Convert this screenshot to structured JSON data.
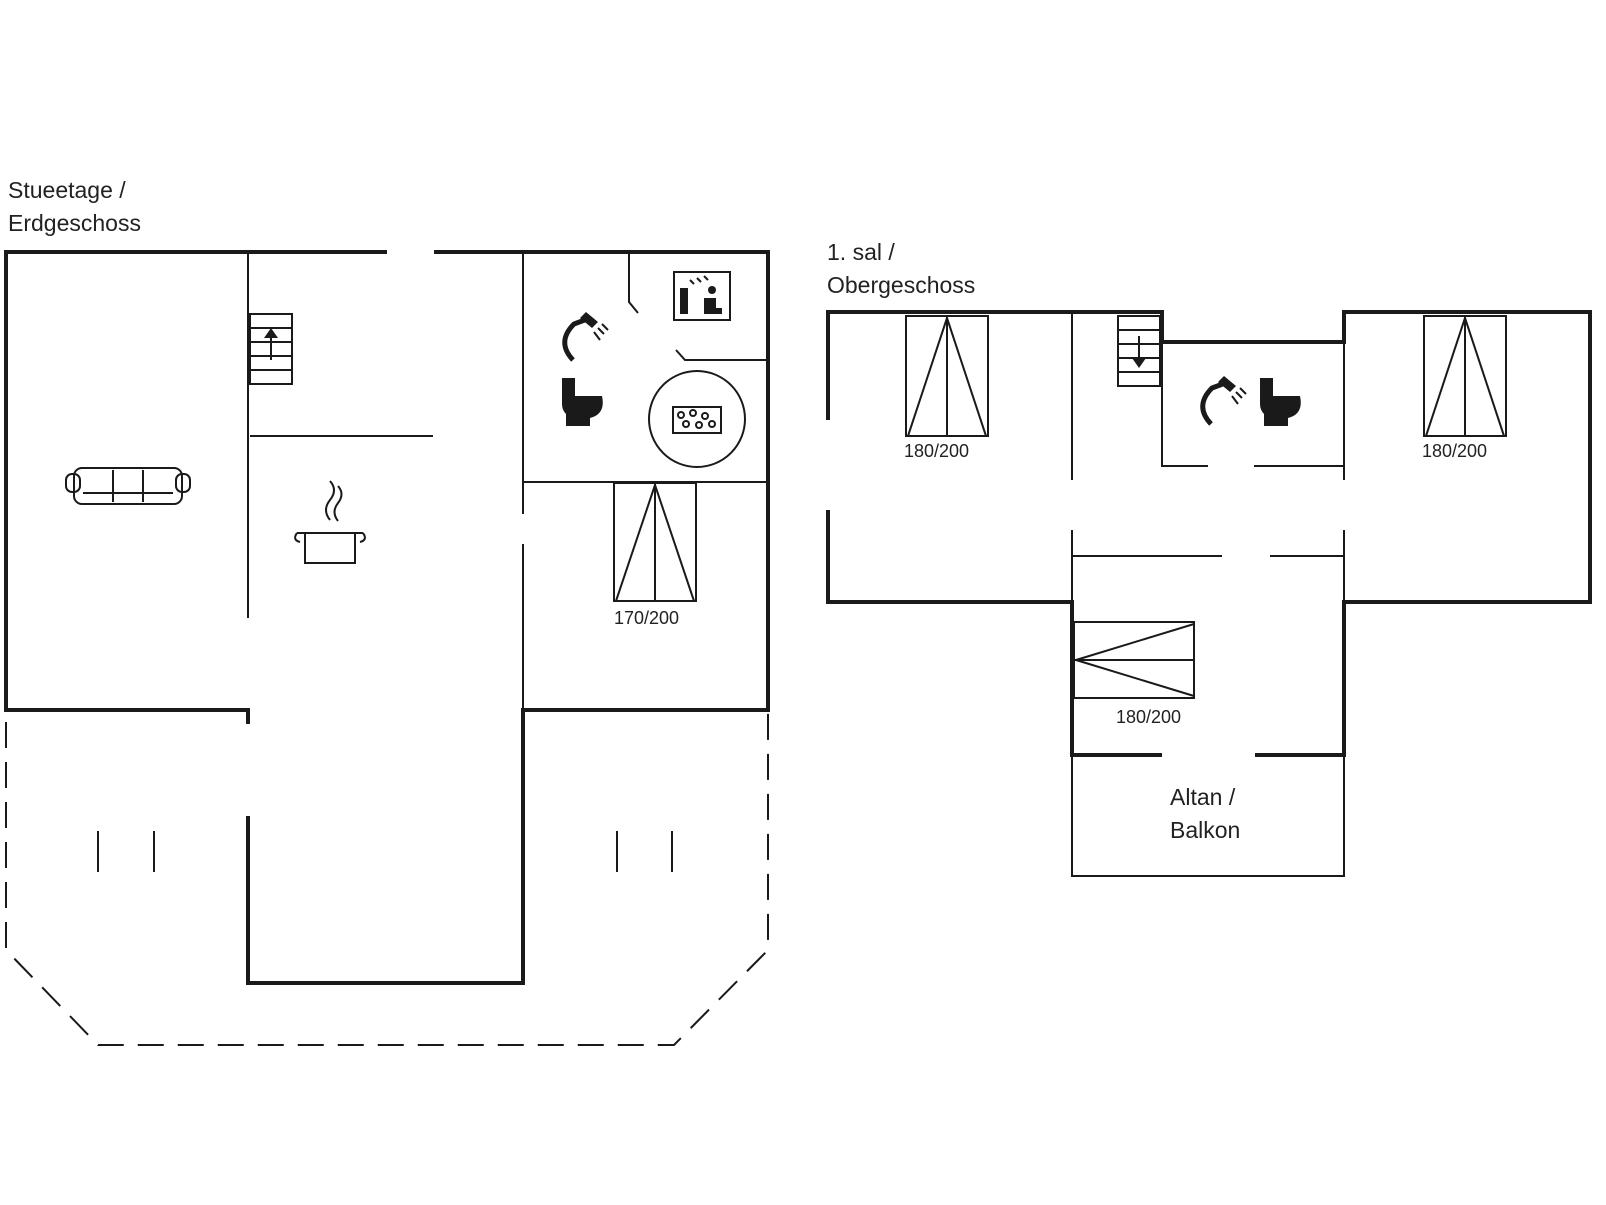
{
  "floors": {
    "ground": {
      "label_line1": "Stueetage /",
      "label_line2": "Erdgeschoss"
    },
    "upper": {
      "label_line1": "1. sal /",
      "label_line2": "Obergeschoss"
    }
  },
  "beds": {
    "ground_bed": "170/200",
    "upper_bed_left": "180/200",
    "upper_bed_right": "180/200",
    "upper_bed_lower": "180/200"
  },
  "balcony": {
    "line1": "Altan /",
    "line2": "Balkon"
  },
  "icons": [
    "stairs-up-icon",
    "stairs-down-icon",
    "sofa-icon",
    "cooking-pot-icon",
    "shower-icon",
    "toilet-icon",
    "sauna-icon",
    "whirlpool-icon",
    "bed-icon"
  ]
}
